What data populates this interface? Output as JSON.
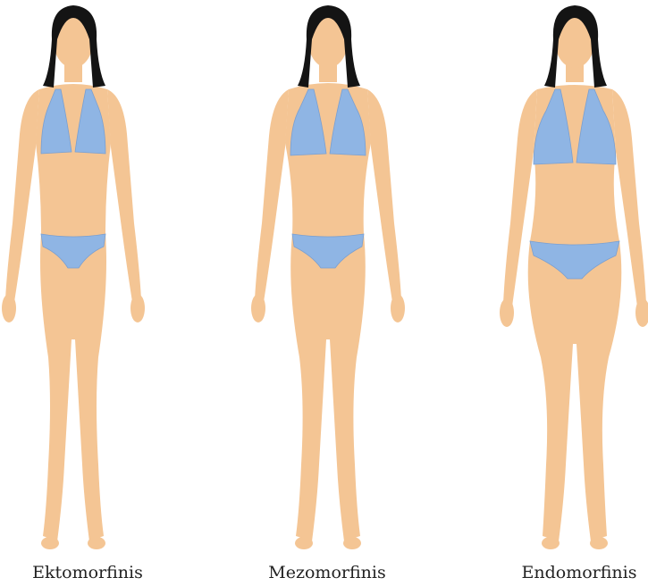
{
  "colors": {
    "skin": "#f4c594",
    "skin_shade": "#e3a977",
    "hair": "#141414",
    "swimsuit": "#8fb5e4",
    "swimsuit_shade": "#7a9fd0",
    "background": "#ffffff"
  },
  "figures": [
    {
      "id": "ectomorph",
      "label": "Ektomorfinis"
    },
    {
      "id": "mesomorph",
      "label": "Mezomorfinis"
    },
    {
      "id": "endomorph",
      "label": "Endomorfinis"
    }
  ]
}
